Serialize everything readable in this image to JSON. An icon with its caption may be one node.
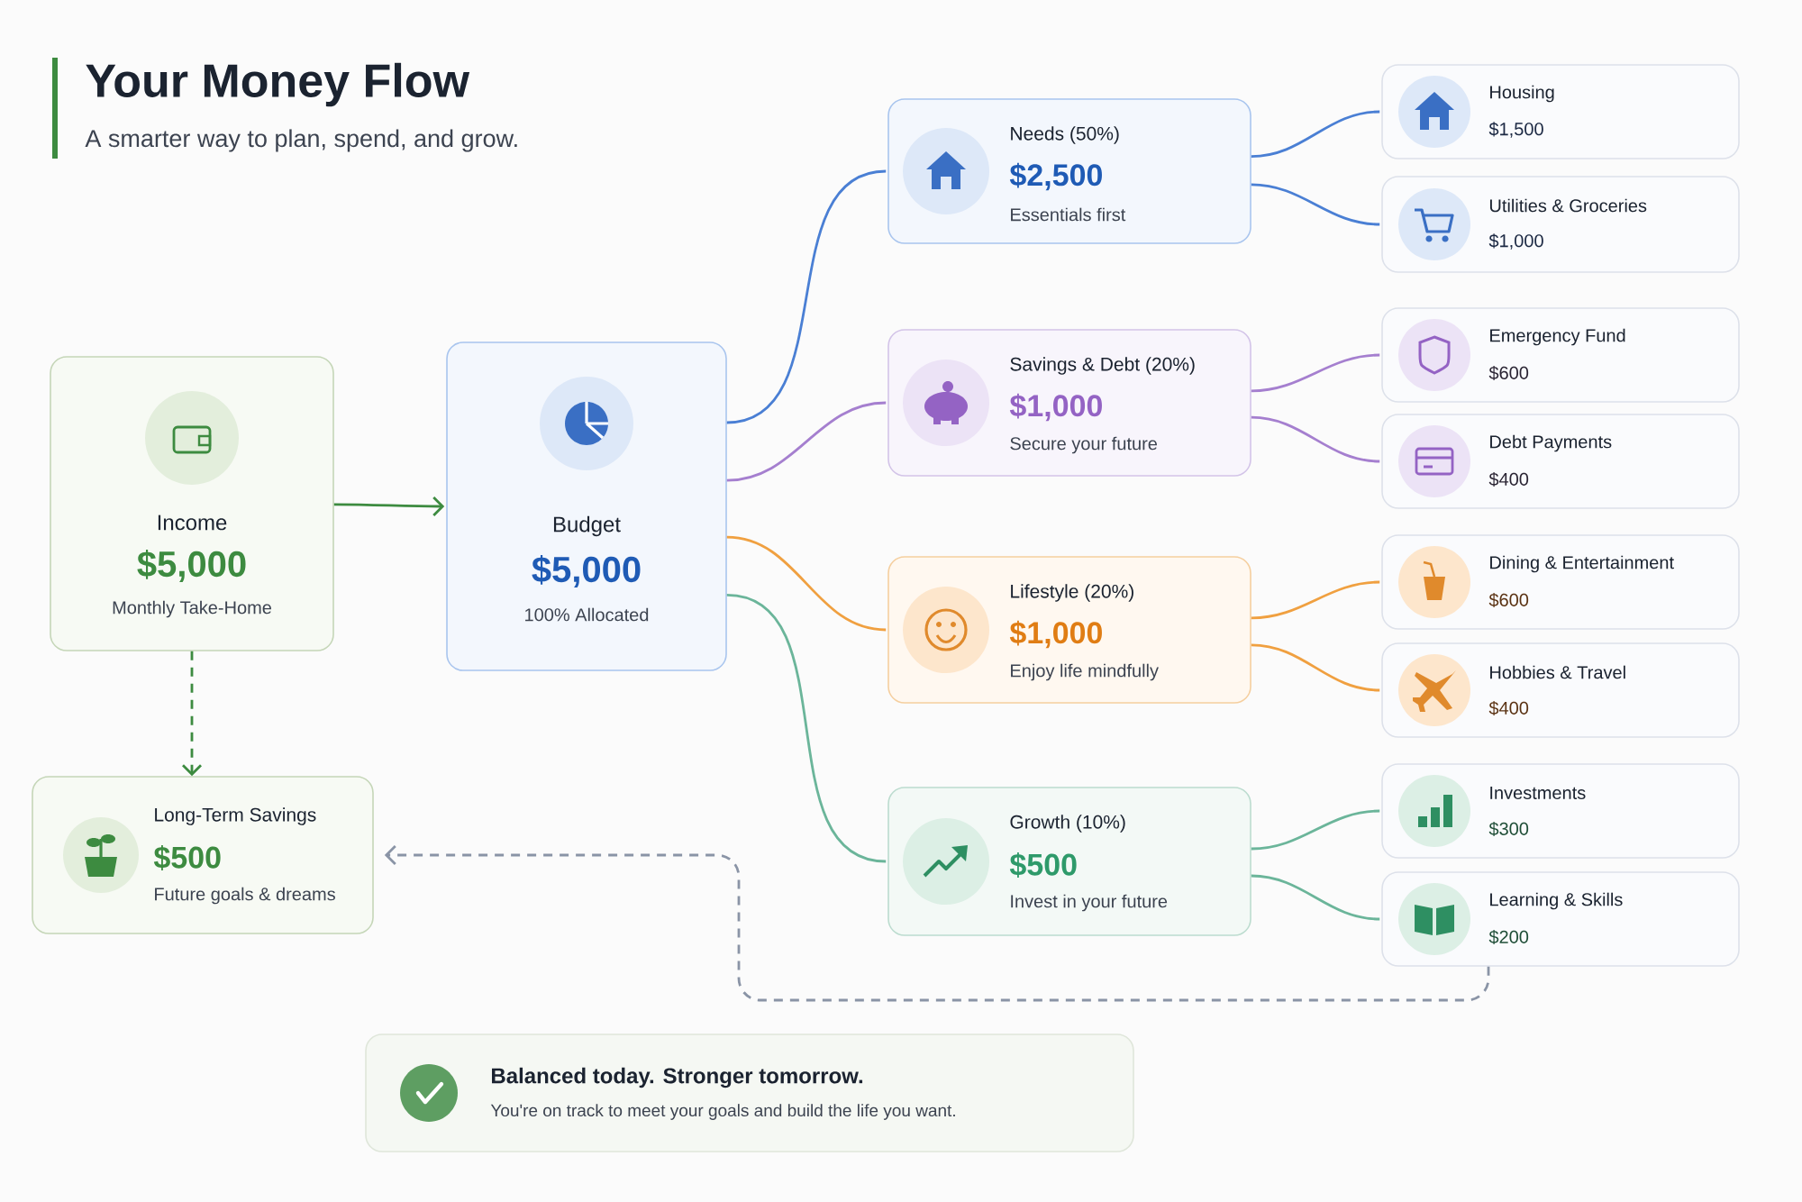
{
  "diagram": {
    "title": "Your Money Flow",
    "nodes": [
      {
        "text": [
          "Income",
          "$5,000",
          "Monthly Take-Home"
        ]
      },
      {
        "text": [
          "Budget",
          "$5,000",
          "100% Allocated"
        ]
      },
      {
        "text": [
          "Needs (50%)",
          "$2,500",
          "Essentials first"
        ]
      },
      {
        "text": [
          "Housing",
          "$1,500"
        ]
      },
      {
        "text": [
          "Utilities & Groceries",
          "$1,000"
        ]
      },
      {
        "text": [
          "Savings & Debt (20%)",
          "$1,000",
          "Secure your future"
        ]
      },
      {
        "text": [
          "Emergency Fund",
          "$600"
        ]
      },
      {
        "text": [
          "Debt Payments",
          "$400"
        ]
      },
      {
        "text": [
          "Lifestyle (20%)",
          "$1,000",
          "Enjoy life mindfully"
        ]
      },
      {
        "text": [
          "Dining & Entertainment",
          "$600"
        ]
      },
      {
        "text": [
          "Hobbies & Travel",
          "$400"
        ]
      },
      {
        "text": [
          "Growth (10%)",
          "$500",
          "Invest in your future"
        ]
      },
      {
        "text": [
          "Investments",
          "$300"
        ]
      },
      {
        "text": [
          "Learning & Skills",
          "$200"
        ]
      },
      {
        "text": [
          "Long-Term Savings",
          "$500",
          "Future goals & dreams"
        ]
      },
      {
        "text": [
          "Balanced today. Stronger tomorrow.",
          "You're on track to meet your goals and build the life you want."
        ]
      }
    ],
    "edges": [
      {
        "from": 0,
        "to": 1,
        "arrow": "to",
        "color": "#3d8b40"
      },
      {
        "from": 0,
        "to": 14,
        "arrow": "to",
        "style": "dashed",
        "color": "#3d8b40"
      },
      {
        "from": 1,
        "to": 2,
        "arrow": "none",
        "color": "#4a7fd4"
      },
      {
        "from": 1,
        "to": 5,
        "arrow": "none",
        "color": "#a57fcf"
      },
      {
        "from": 1,
        "to": 8,
        "arrow": "none",
        "color": "#f0a040"
      },
      {
        "from": 1,
        "to": 11,
        "arrow": "none",
        "color": "#6bb59a"
      },
      {
        "from": 2,
        "to": 3,
        "arrow": "none",
        "color": "#4a7fd4"
      },
      {
        "from": 2,
        "to": 4,
        "arrow": "none",
        "color": "#4a7fd4"
      },
      {
        "from": 5,
        "to": 6,
        "arrow": "none",
        "color": "#a57fcf"
      },
      {
        "from": 5,
        "to": 7,
        "arrow": "none",
        "color": "#a57fcf"
      },
      {
        "from": 8,
        "to": 9,
        "arrow": "none",
        "color": "#f0a040"
      },
      {
        "from": 8,
        "to": 10,
        "arrow": "none",
        "color": "#f0a040"
      },
      {
        "from": 11,
        "to": 12,
        "arrow": "none",
        "color": "#6bb59a"
      },
      {
        "from": 11,
        "to": 13,
        "arrow": "none",
        "color": "#6bb59a"
      },
      {
        "from": 13,
        "to": 14,
        "arrow": "to",
        "style": "dashed",
        "color": "#8a94a6"
      }
    ],
    "labels": [
      "A smarter way to plan, spend, and grow."
    ]
  }
}
